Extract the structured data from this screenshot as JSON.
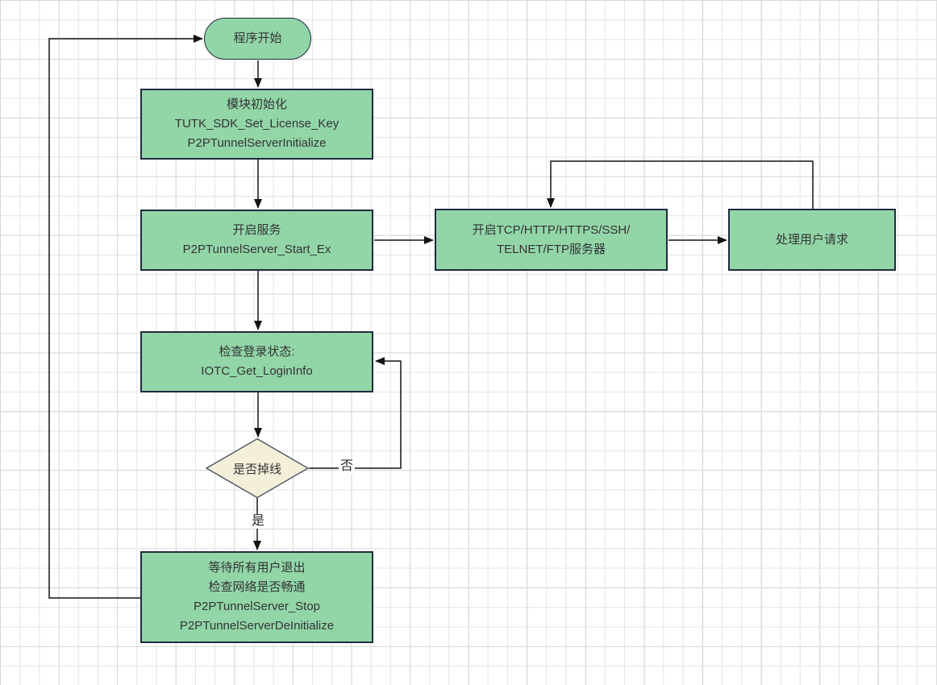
{
  "colors": {
    "node_fill": "#92d6a8",
    "node_border": "#1f2b3e",
    "decision_fill": "#f3efd8",
    "decision_border": "#4a545e",
    "connector": "#141414",
    "grid_line_minor": "#e4e4e4",
    "grid_line_major": "#d7d7d7",
    "background": "#ffffff",
    "text": "#333333"
  },
  "nodes": {
    "start": {
      "type": "terminator",
      "label": "程序开始"
    },
    "init": {
      "type": "process",
      "lines": [
        "模块初始化",
        "TUTK_SDK_Set_License_Key",
        "P2PTunnelServerInitialize"
      ]
    },
    "start_service": {
      "type": "process",
      "lines": [
        "开启服务",
        "P2PTunnelServer_Start_Ex"
      ]
    },
    "open_servers": {
      "type": "process",
      "lines": [
        "开启TCP/HTTP/HTTPS/SSH/",
        "TELNET/FTP服务器"
      ]
    },
    "handle_requests": {
      "type": "process",
      "lines": [
        "处理用户请求"
      ]
    },
    "check_login": {
      "type": "process",
      "lines": [
        "检查登录状态:",
        "IOTC_Get_LoginInfo"
      ]
    },
    "is_offline": {
      "type": "decision",
      "label": "是否掉线"
    },
    "shutdown": {
      "type": "process",
      "lines": [
        "等待所有用户退出",
        "检查网络是否畅通",
        "P2PTunnelServer_Stop",
        "P2PTunnelServerDeInitialize"
      ]
    }
  },
  "edge_labels": {
    "no": "否",
    "yes": "是"
  }
}
